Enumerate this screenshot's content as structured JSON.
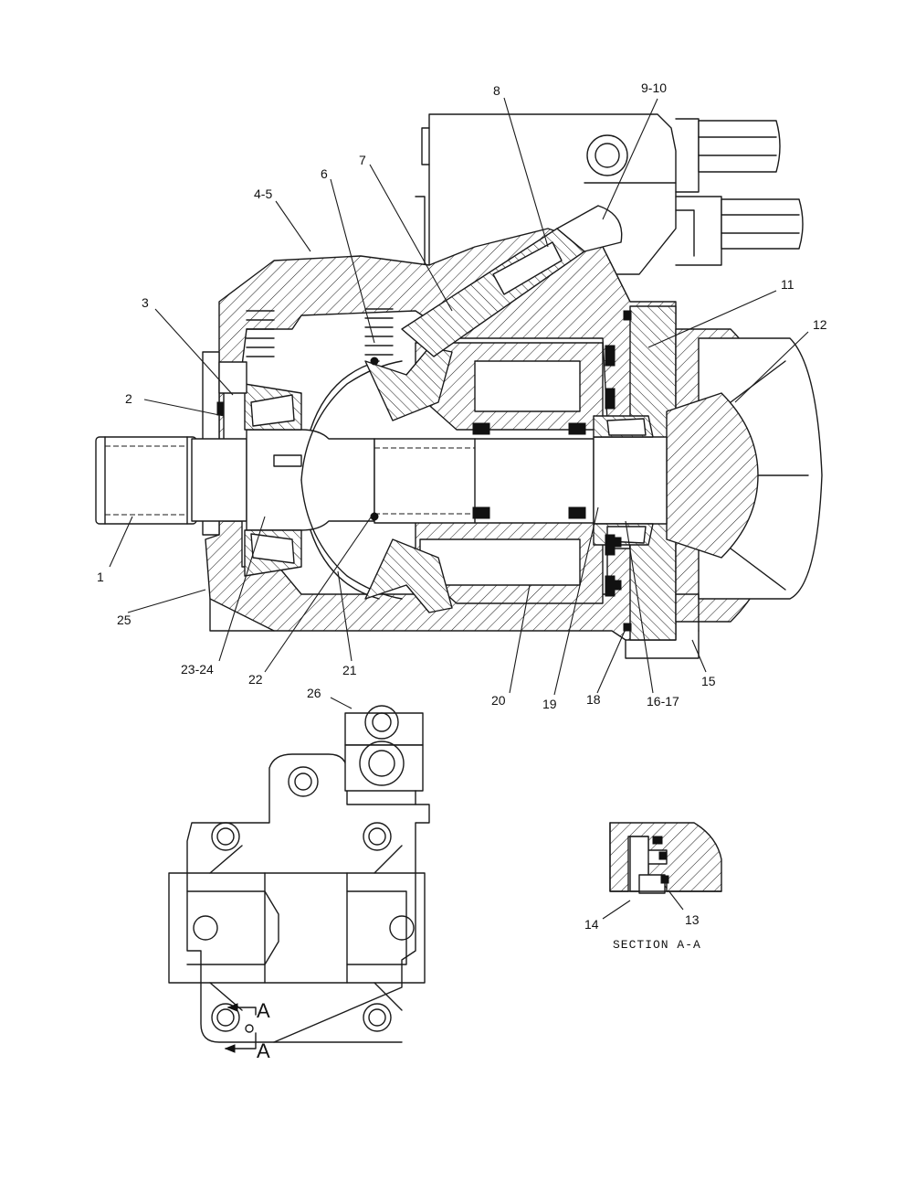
{
  "callouts": [
    {
      "id": "c1",
      "text": "1"
    },
    {
      "id": "c2",
      "text": "2"
    },
    {
      "id": "c3",
      "text": "3"
    },
    {
      "id": "c45",
      "text": "4-5"
    },
    {
      "id": "c6",
      "text": "6"
    },
    {
      "id": "c7",
      "text": "7"
    },
    {
      "id": "c8",
      "text": "8"
    },
    {
      "id": "c910",
      "text": "9-10"
    },
    {
      "id": "c11",
      "text": "11"
    },
    {
      "id": "c12",
      "text": "12"
    },
    {
      "id": "c13",
      "text": "13"
    },
    {
      "id": "c14",
      "text": "14"
    },
    {
      "id": "c15",
      "text": "15"
    },
    {
      "id": "c1617",
      "text": "16-17"
    },
    {
      "id": "c18",
      "text": "18"
    },
    {
      "id": "c19",
      "text": "19"
    },
    {
      "id": "c20",
      "text": "20"
    },
    {
      "id": "c21",
      "text": "21"
    },
    {
      "id": "c22",
      "text": "22"
    },
    {
      "id": "c2324",
      "text": "23-24"
    },
    {
      "id": "c25",
      "text": "25"
    },
    {
      "id": "c26",
      "text": "26"
    }
  ],
  "section_label": "SECTION A-A",
  "section_marker_top": "A",
  "section_marker_bottom": "A"
}
